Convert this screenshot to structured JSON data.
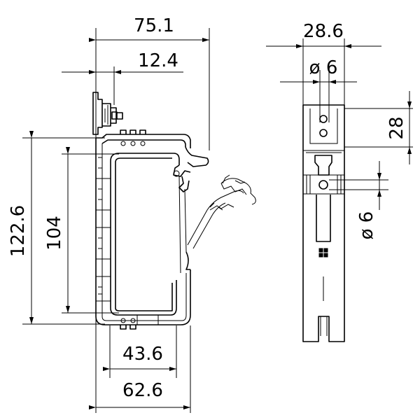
{
  "dimensions": {
    "overall_width": "75.1",
    "flange_offset": "12.4",
    "overall_height": "122.6",
    "inner_height": "104",
    "inner_width": "43.6",
    "outer_width": "62.6",
    "side_width": "28.6",
    "hole_top": "ø 6",
    "hole_side": "ø 6",
    "hole_offset": "28"
  }
}
